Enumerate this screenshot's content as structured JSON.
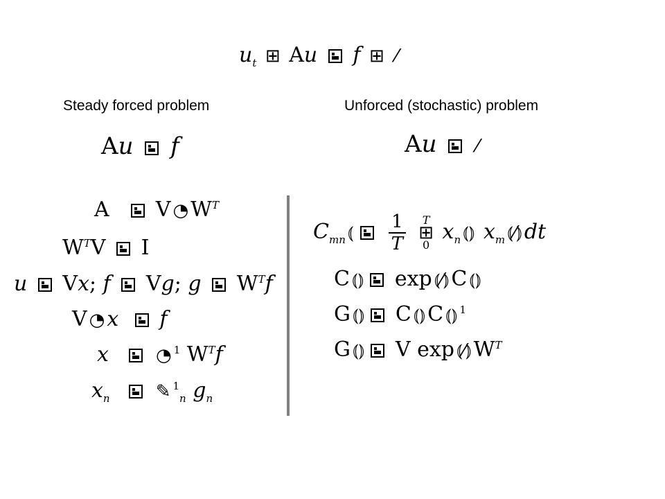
{
  "top_equation": {
    "ut": "u",
    "t_sub": "t",
    "A": "A",
    "u": "u",
    "f": "f"
  },
  "labels": {
    "left": "Steady forced problem",
    "right": "Unforced (stochastic) problem"
  },
  "left_eq": {
    "A": "A",
    "u": "u",
    "f": "f"
  },
  "right_eq": {
    "A": "A",
    "u": "u"
  },
  "left_rows": {
    "r1": {
      "lhs": "A",
      "V": "V",
      "W": "W",
      "T": "T"
    },
    "r2": {
      "W": "W",
      "T": "T",
      "V": "V",
      "I": "I"
    },
    "r3": {
      "u": "u",
      "V1": "V",
      "x": "x",
      "sep1": ";",
      "f1": "f",
      "V2": "V",
      "g1": "g",
      "sep2": ";",
      "g2": "g",
      "W": "W",
      "T": "T",
      "f2": "f"
    },
    "r4": {
      "V": "V",
      "x": "x",
      "f": "f"
    },
    "r5": {
      "x": "x",
      "exp": "1",
      "W": "W",
      "T": "T",
      "f": "f"
    },
    "r6": {
      "x": "x",
      "n": "n",
      "exp": "1",
      "n2": "n",
      "g": "g",
      "n3": "n"
    }
  },
  "right_rows": {
    "r1": {
      "C": "C",
      "mn": "mn",
      "one": "1",
      "T_den": "T",
      "T_up": "T",
      "zero": "0",
      "x1": "x",
      "n": "n",
      "x2": "x",
      "m": "m",
      "dt": "dt"
    },
    "r2": {
      "C1": "C",
      "exp": "exp",
      "C2": "C"
    },
    "r3": {
      "G": "G",
      "C1": "C",
      "C2": "C",
      "exp": "1"
    },
    "r4": {
      "G": "G",
      "V": "V",
      "exp": "exp",
      "W": "W",
      "T": "T"
    }
  },
  "icons": [
    "equals-glyph",
    "plus-glyph",
    "missing-symbol-glyph",
    "integral-glyph"
  ]
}
